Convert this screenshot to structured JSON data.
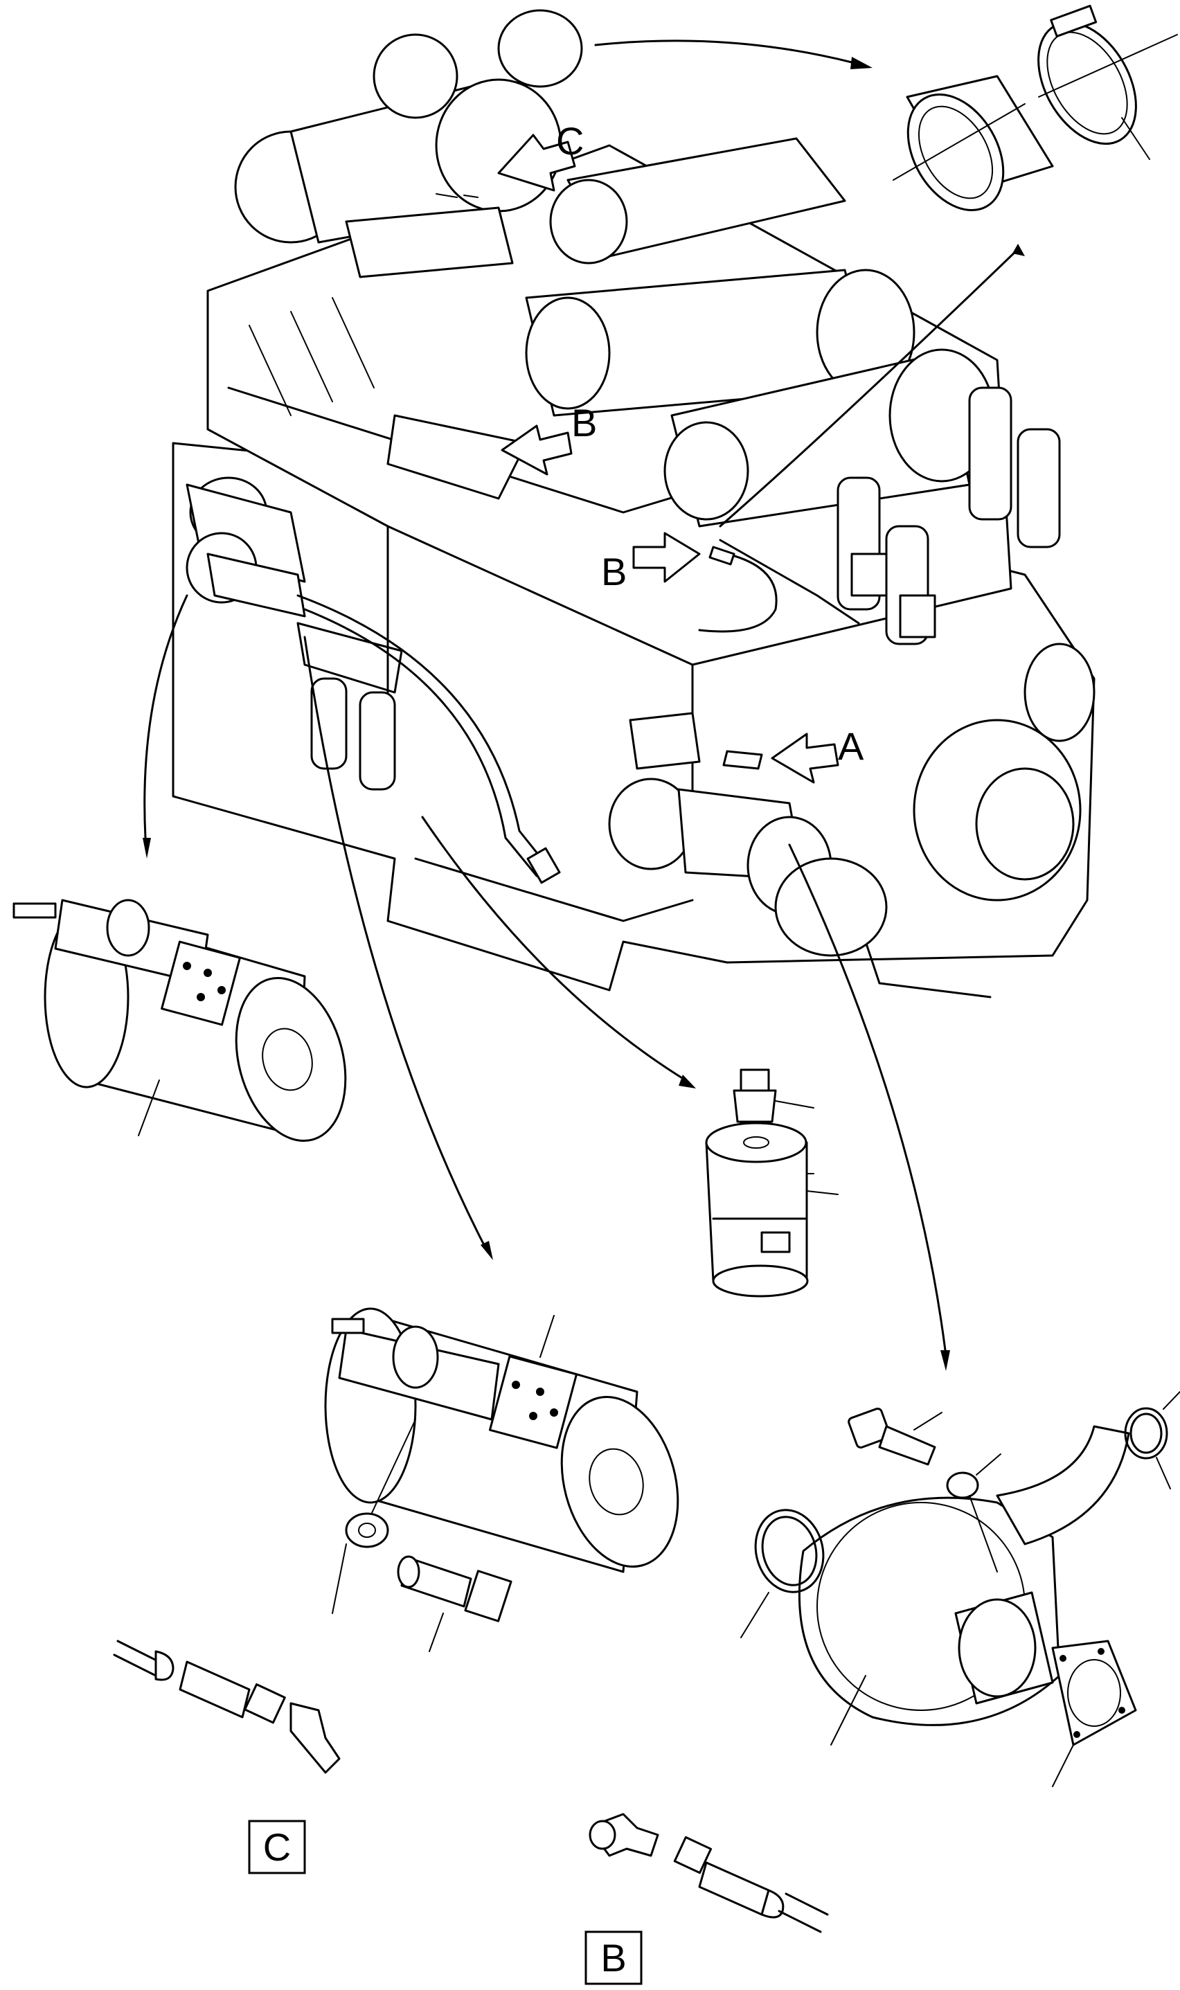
{
  "callouts": {
    "c_top": "C",
    "b_upper": "B",
    "b_lower": "B",
    "a": "A"
  },
  "detail_boxes": {
    "c_box": "C",
    "b_box": "B"
  }
}
